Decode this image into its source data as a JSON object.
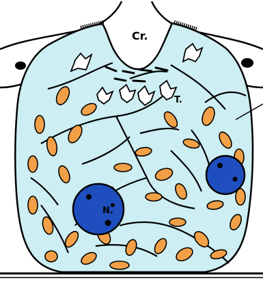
{
  "labels": {
    "crypt": "Cr.",
    "nucleus": "N.",
    "tubule": "T."
  },
  "colors": {
    "cytoplasm": "#cdeef2",
    "nucleus": "#1f4fbf",
    "mitochondria": "#f2a047",
    "outline": "#000000"
  }
}
